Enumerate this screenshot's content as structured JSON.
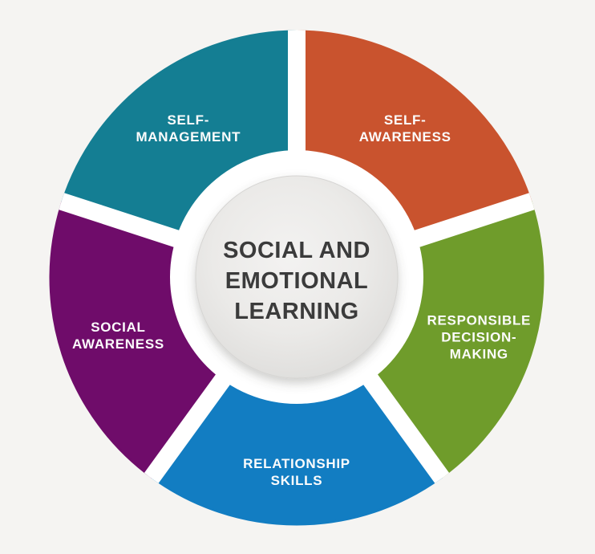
{
  "diagram": {
    "center": {
      "title_lines": [
        "SOCIAL AND",
        "EMOTIONAL",
        "LEARNING"
      ]
    },
    "segments": [
      {
        "id": "self-awareness",
        "lines": [
          "SELF-",
          "AWARENESS"
        ],
        "color": "#c9532e"
      },
      {
        "id": "responsible-decision-making",
        "lines": [
          "RESPONSIBLE",
          "DECISION-",
          "MAKING"
        ],
        "color": "#6f9c2b"
      },
      {
        "id": "relationship-skills",
        "lines": [
          "RELATIONSHIP",
          "SKILLS"
        ],
        "color": "#127dc2"
      },
      {
        "id": "social-awareness",
        "lines": [
          "SOCIAL",
          "AWARENESS"
        ],
        "color": "#6f0c6a"
      },
      {
        "id": "self-management",
        "lines": [
          "SELF-",
          "MANAGEMENT"
        ],
        "color": "#147e93"
      }
    ],
    "colors": {
      "background": "#f5f4f2",
      "gap": "#ffffff",
      "center_text": "#3b3b3b",
      "label_text": "#fcfcfc"
    }
  },
  "chart_data": {
    "type": "pie",
    "title": "SOCIAL AND EMOTIONAL LEARNING",
    "categories": [
      "SELF-AWARENESS",
      "RESPONSIBLE DECISION-MAKING",
      "RELATIONSHIP SKILLS",
      "SOCIAL AWARENESS",
      "SELF-MANAGEMENT"
    ],
    "values": [
      20,
      20,
      20,
      20,
      20
    ],
    "colors": [
      "#c9532e",
      "#6f9c2b",
      "#127dc2",
      "#6f0c6a",
      "#147e93"
    ],
    "legend_position": "none",
    "notes": "Donut wheel of five equal 72-degree segments, clockwise from top, white radial dividers, gray center disc"
  }
}
